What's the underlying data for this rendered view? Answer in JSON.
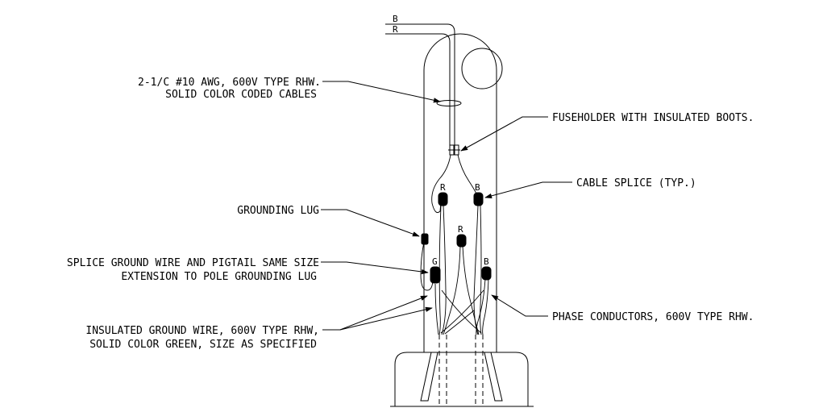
{
  "conductor_labels": {
    "top_b": "B",
    "top_r": "R"
  },
  "splice_labels": {
    "upper_left": "R",
    "upper_right": "B",
    "middle": "R",
    "ground": "G",
    "lower_right": "B"
  },
  "callouts": {
    "cables_line1": "2-1/C #10 AWG, 600V TYPE RHW.",
    "cables_line2": "SOLID COLOR CODED CABLES",
    "fuseholder": "FUSEHOLDER WITH INSULATED BOOTS.",
    "cable_splice": "CABLE SPLICE (TYP.)",
    "grounding_lug": "GROUNDING LUG",
    "splice_ground_line1": "SPLICE GROUND WIRE AND PIGTAIL SAME SIZE",
    "splice_ground_line2": "EXTENSION TO POLE GROUNDING LUG",
    "phase_conductors": "PHASE CONDUCTORS, 600V TYPE RHW.",
    "insulated_ground_line1": "INSULATED GROUND WIRE, 600V TYPE RHW,",
    "insulated_ground_line2": "SOLID COLOR GREEN, SIZE AS SPECIFIED"
  }
}
